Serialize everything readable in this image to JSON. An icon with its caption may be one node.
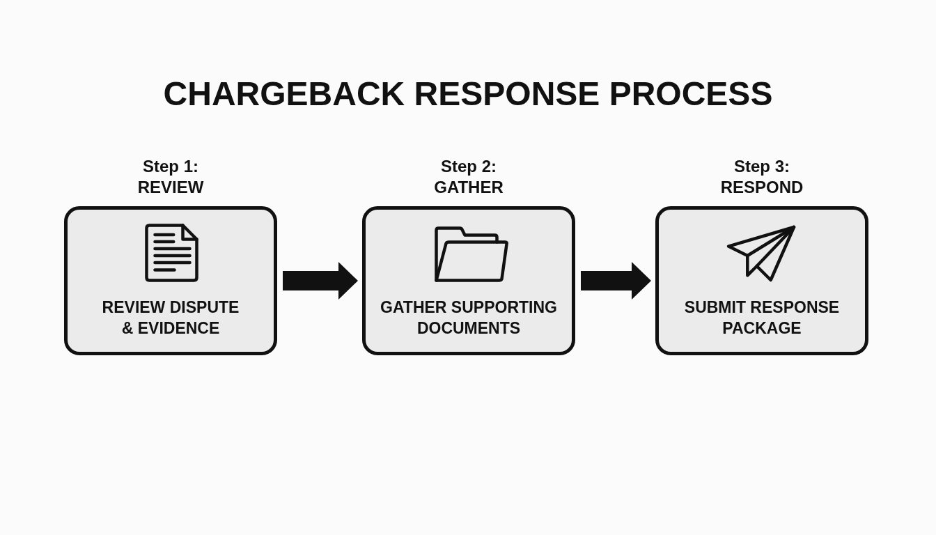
{
  "diagram": {
    "title": "CHARGEBACK RESPONSE PROCESS",
    "nodes": [
      {
        "text": [
          "Step 1: REVIEW",
          "REVIEW DISPUTE & EVIDENCE"
        ]
      },
      {
        "text": [
          "Step 2: GATHER",
          "GATHER SUPPORTING DOCUMENTS"
        ]
      },
      {
        "text": [
          "Step 3: RESPOND",
          "SUBMIT RESPONSE PACKAGE"
        ]
      }
    ],
    "edges": [
      {
        "from": 0,
        "to": 1,
        "arrow": "to"
      },
      {
        "from": 1,
        "to": 2,
        "arrow": "to"
      }
    ]
  }
}
